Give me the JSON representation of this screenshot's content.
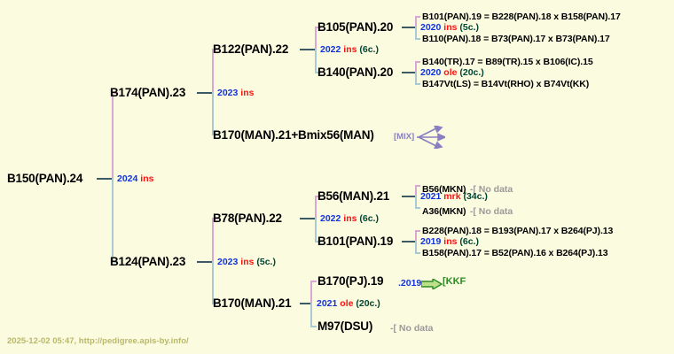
{
  "meta": {
    "background": "#fbfbe0",
    "accent_year": "#1133dd",
    "accent_breed": "#ff1111",
    "accent_count": "#004433",
    "line_pink": "#d9a7d2",
    "line_teal": "#a9c9d4",
    "line_dark": "#3c5a66",
    "mix_color": "#8a7fc0",
    "kkf_color": "#2e8b22",
    "nodata_color": "#9a9a9a",
    "footer_color": "#b9b96a"
  },
  "footer": {
    "text": "2025-12-02 05:47, http://pedigree.apis-by.info/"
  },
  "root": {
    "name": "B150(PAN).24",
    "mating": {
      "year": "2024",
      "breeding": "ins",
      "count": ""
    }
  },
  "gen2": [
    {
      "name": "B174(PAN).23",
      "mating": {
        "year": "2023",
        "breeding": "ins",
        "count": ""
      }
    },
    {
      "name": "B124(PAN).23",
      "mating": {
        "year": "2023",
        "breeding": "ins",
        "count": "(5c.)"
      }
    }
  ],
  "gen3": [
    {
      "name": "B122(PAN).22",
      "mating": {
        "year": "2022",
        "breeding": "ins",
        "count": "(6c.)"
      }
    },
    {
      "name": "B170(MAN).21+Bmix56(MAN)",
      "mix_label": "[MIX]",
      "mating": {
        "year": "",
        "breeding": "",
        "count": ""
      }
    },
    {
      "name": "B78(PAN).22",
      "mating": {
        "year": "2022",
        "breeding": "ins",
        "count": "(6c.)"
      }
    },
    {
      "name": "B170(MAN).21",
      "mating": {
        "year": "2021",
        "breeding": "ole",
        "count": "(20c.)"
      }
    }
  ],
  "gen4": [
    {
      "name": "B105(PAN).20",
      "mating": {
        "year": "2020",
        "breeding": "ins",
        "count": "(5c.)"
      },
      "parents": [
        "B101(PAN).19 = B228(PAN).18 x B158(PAN).17",
        "B110(PAN).18 = B73(PAN).17 x B73(PAN).17"
      ]
    },
    {
      "name": "B140(PAN).20",
      "mating": {
        "year": "2020",
        "breeding": "ole",
        "count": "(20c.)"
      },
      "parents": [
        "B140(TR).17 = B89(TR).15 x B106(IC).15",
        "B147Vt(LS) = B14Vt(RHO) x B74Vt(KK)"
      ]
    },
    {
      "name": "B56(MAN).21",
      "mating": {
        "year": "2021",
        "breeding": "mrk",
        "count": "(34c.)"
      },
      "parents": [
        "B56(MKN)",
        "A36(MKN)"
      ],
      "parents_nodata": [
        "-[ No data",
        "-[ No data"
      ]
    },
    {
      "name": "B101(PAN).19",
      "mating": {
        "year": "2019",
        "breeding": "ins",
        "count": "(6c.)"
      },
      "parents": [
        "B228(PAN).18 = B193(PAN).17 x B264(PJ).13",
        "B158(PAN).17 = B52(PAN).16 x B264(PJ).13"
      ]
    },
    {
      "name": "B170(PJ).19",
      "tag_year": ".2019",
      "tag_label": "[KKF",
      "parents": []
    },
    {
      "name": "M97(DSU)",
      "nodata": "-[ No data",
      "parents": []
    }
  ]
}
